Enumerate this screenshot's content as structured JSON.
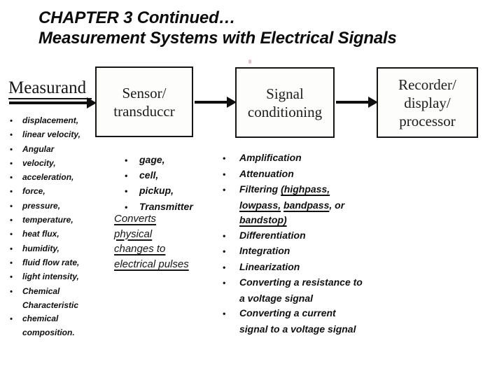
{
  "title": {
    "line1": "CHAPTER 3 Continued…",
    "line2": "Measurement Systems with Electrical Signals"
  },
  "colors": {
    "text": "#101010",
    "box_border": "#161616",
    "scan_artifact_pink": "#e6c3cb"
  },
  "diagram": {
    "measurand_label": "Measurand",
    "boxes": [
      {
        "name": "sensor-transducer-box",
        "lines": [
          "Sensor/",
          "transduccr"
        ]
      },
      {
        "name": "signal-conditioning-box",
        "lines": [
          "Signal",
          "conditioning"
        ]
      },
      {
        "name": "recorder-display-processor-box",
        "lines": [
          "Recorder/",
          "display/",
          "processor"
        ]
      }
    ],
    "arrow_icons": [
      "measurand-arrow",
      "sensor-to-signal-arrow",
      "signal-to-recorder-arrow"
    ]
  },
  "measurand_list": {
    "lines": [
      {
        "bullet": true,
        "text": "displacement,"
      },
      {
        "bullet": true,
        "text": "linear velocity,"
      },
      {
        "bullet": true,
        "text": "Angular"
      },
      {
        "bullet": true,
        "text": "velocity,"
      },
      {
        "bullet": true,
        "text": "acceleration,"
      },
      {
        "bullet": true,
        "text": "force,"
      },
      {
        "bullet": true,
        "text": "pressure,"
      },
      {
        "bullet": true,
        "text": "temperature,"
      },
      {
        "bullet": true,
        "text": "heat flux,"
      },
      {
        "bullet": true,
        "text": "humidity,"
      },
      {
        "bullet": true,
        "text": "fluid flow rate,"
      },
      {
        "bullet": true,
        "text": "light intensity,"
      },
      {
        "bullet": true,
        "text": "Chemical"
      },
      {
        "bullet": false,
        "text": "Characteristic"
      },
      {
        "bullet": true,
        "text": "chemical"
      },
      {
        "bullet": false,
        "text": "composition."
      }
    ]
  },
  "sensor_list": {
    "lines": [
      {
        "bullet": true,
        "text": "gage,"
      },
      {
        "bullet": true,
        "text": "cell,"
      },
      {
        "bullet": true,
        "text": "pickup,"
      },
      {
        "bullet": true,
        "text": "Transmitter"
      }
    ],
    "note_lines": [
      {
        "bullet": false,
        "segments": [
          {
            "text": "Converts",
            "underline": true
          }
        ]
      },
      {
        "bullet": false,
        "segments": [
          {
            "text": "physical",
            "underline": true
          }
        ]
      },
      {
        "bullet": false,
        "segments": [
          {
            "text": "changes to",
            "underline": true
          }
        ]
      },
      {
        "bullet": false,
        "segments": [
          {
            "text": "electrical pulses",
            "underline": true
          }
        ]
      }
    ]
  },
  "signal_list": {
    "lines": [
      {
        "bullet": true,
        "segments": [
          {
            "text": "Amplification",
            "underline": false
          }
        ]
      },
      {
        "bullet": true,
        "segments": [
          {
            "text": "Attenuation",
            "underline": false
          }
        ]
      },
      {
        "bullet": true,
        "segments": [
          {
            "text": "Filtering ",
            "underline": false
          },
          {
            "text": "(highpass,",
            "underline": true
          }
        ]
      },
      {
        "bullet": false,
        "segments": [
          {
            "text": "lowpass,",
            "underline": true
          },
          {
            "text": " ",
            "underline": false
          },
          {
            "text": "bandpass",
            "underline": true
          },
          {
            "text": ", or",
            "underline": false
          }
        ]
      },
      {
        "bullet": false,
        "segments": [
          {
            "text": "bandstop)",
            "underline": true
          }
        ]
      },
      {
        "bullet": true,
        "segments": [
          {
            "text": "Differentiation",
            "underline": false
          }
        ]
      },
      {
        "bullet": true,
        "segments": [
          {
            "text": "Integration",
            "underline": false
          }
        ]
      },
      {
        "bullet": true,
        "segments": [
          {
            "text": "Linearization",
            "underline": false
          }
        ]
      },
      {
        "bullet": true,
        "segments": [
          {
            "text": "Converting a resistance to",
            "underline": false
          }
        ]
      },
      {
        "bullet": false,
        "segments": [
          {
            "text": "a voltage signal",
            "underline": false
          }
        ]
      },
      {
        "bullet": true,
        "segments": [
          {
            "text": "Converting a current",
            "underline": false
          }
        ]
      },
      {
        "bullet": false,
        "segments": [
          {
            "text": "signal to a voltage signal",
            "underline": false
          }
        ]
      }
    ]
  }
}
